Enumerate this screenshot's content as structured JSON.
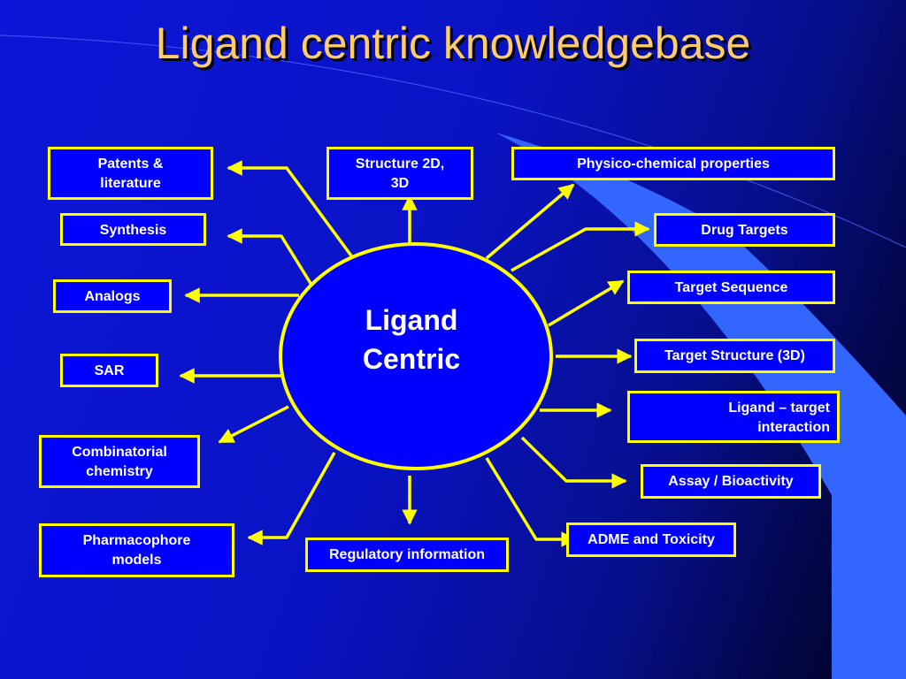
{
  "title": "Ligand centric knowledgebase",
  "center": "Ligand\nCentric",
  "colors": {
    "background": "#0a13c4",
    "accent": "#ffff00",
    "title": "#ffcc66",
    "deco": "#3366ff"
  },
  "boxes": {
    "patents": "Patents &\nliterature",
    "synthesis": "Synthesis",
    "analogs": "Analogs",
    "sar": "SAR",
    "combinatorial": "Combinatorial\nchemistry",
    "pharmacophore": "Pharmacophore\nmodels",
    "structure": "Structure 2D,\n3D",
    "regulatory": "Regulatory information",
    "physico": "Physico-chemical properties",
    "drug_targets": "Drug Targets",
    "target_sequence": "Target Sequence",
    "target_structure": "Target Structure (3D)",
    "ligand_target": "Ligand – target\ninteraction",
    "assay": "Assay / Bioactivity",
    "adme": "ADME and Toxicity"
  }
}
